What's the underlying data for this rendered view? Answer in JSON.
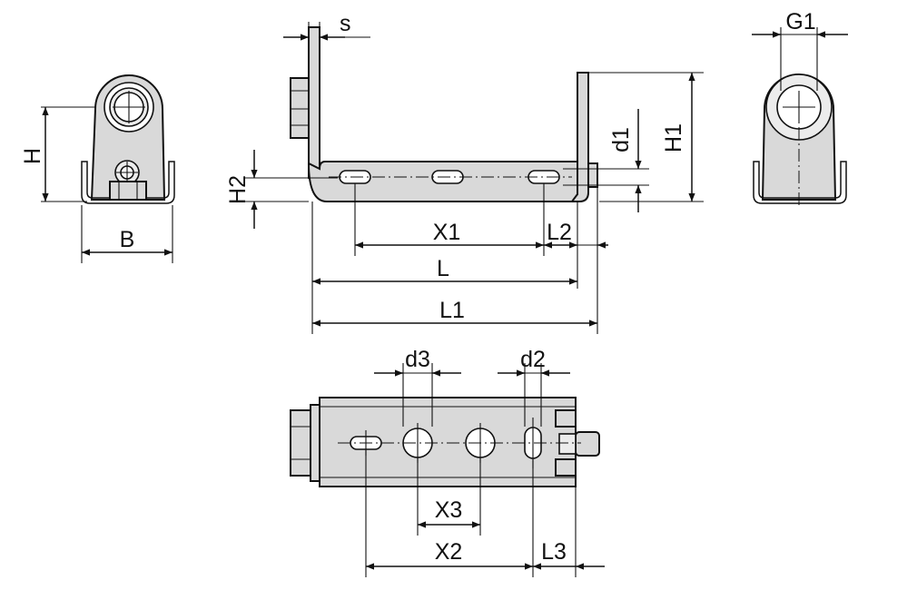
{
  "labels": {
    "s": "s",
    "G1": "G1",
    "H": "H",
    "B": "B",
    "H1": "H1",
    "H2": "H2",
    "d1": "d1",
    "X1": "X1",
    "L2": "L2",
    "L": "L",
    "L1": "L1",
    "d3": "d3",
    "d2": "d2",
    "X3": "X3",
    "X2": "X2",
    "L3": "L3"
  },
  "colors": {
    "part_fill": "#d9d9d9",
    "outline": "#111111",
    "background": "#ffffff"
  }
}
